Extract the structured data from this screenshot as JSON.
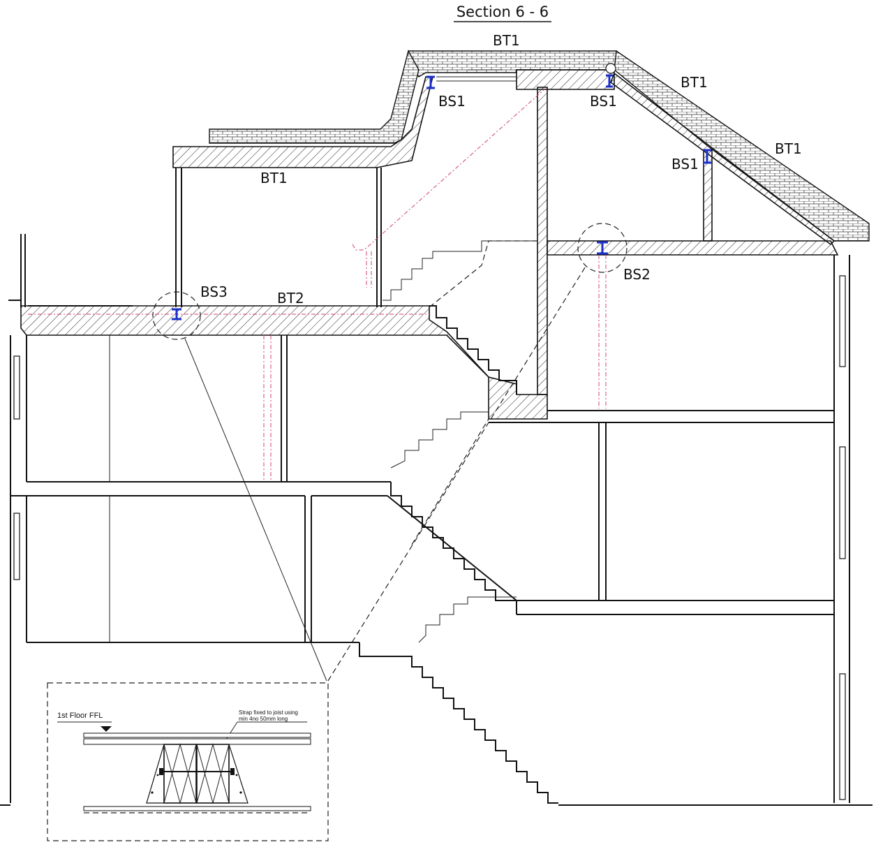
{
  "title": "Section 6 - 6",
  "labels": {
    "bt1_top": "BT1",
    "bt1_right_upper": "BT1",
    "bt1_right_lower": "BT1",
    "bt1_left": "BT1",
    "bs1_left": "BS1",
    "bs1_mid": "BS1",
    "bs1_right": "BS1",
    "bs2": "BS2",
    "bs3": "BS3",
    "bt2": "BT2"
  },
  "detail": {
    "floor_label": "1st Floor FFL",
    "strap_note_line1": "Strap fixed to joist using",
    "strap_note_line2": "min 4no 50mm long"
  },
  "colors": {
    "line": "#111111",
    "beam_marker": "#1a2fc8",
    "service_line": "#d04070"
  }
}
